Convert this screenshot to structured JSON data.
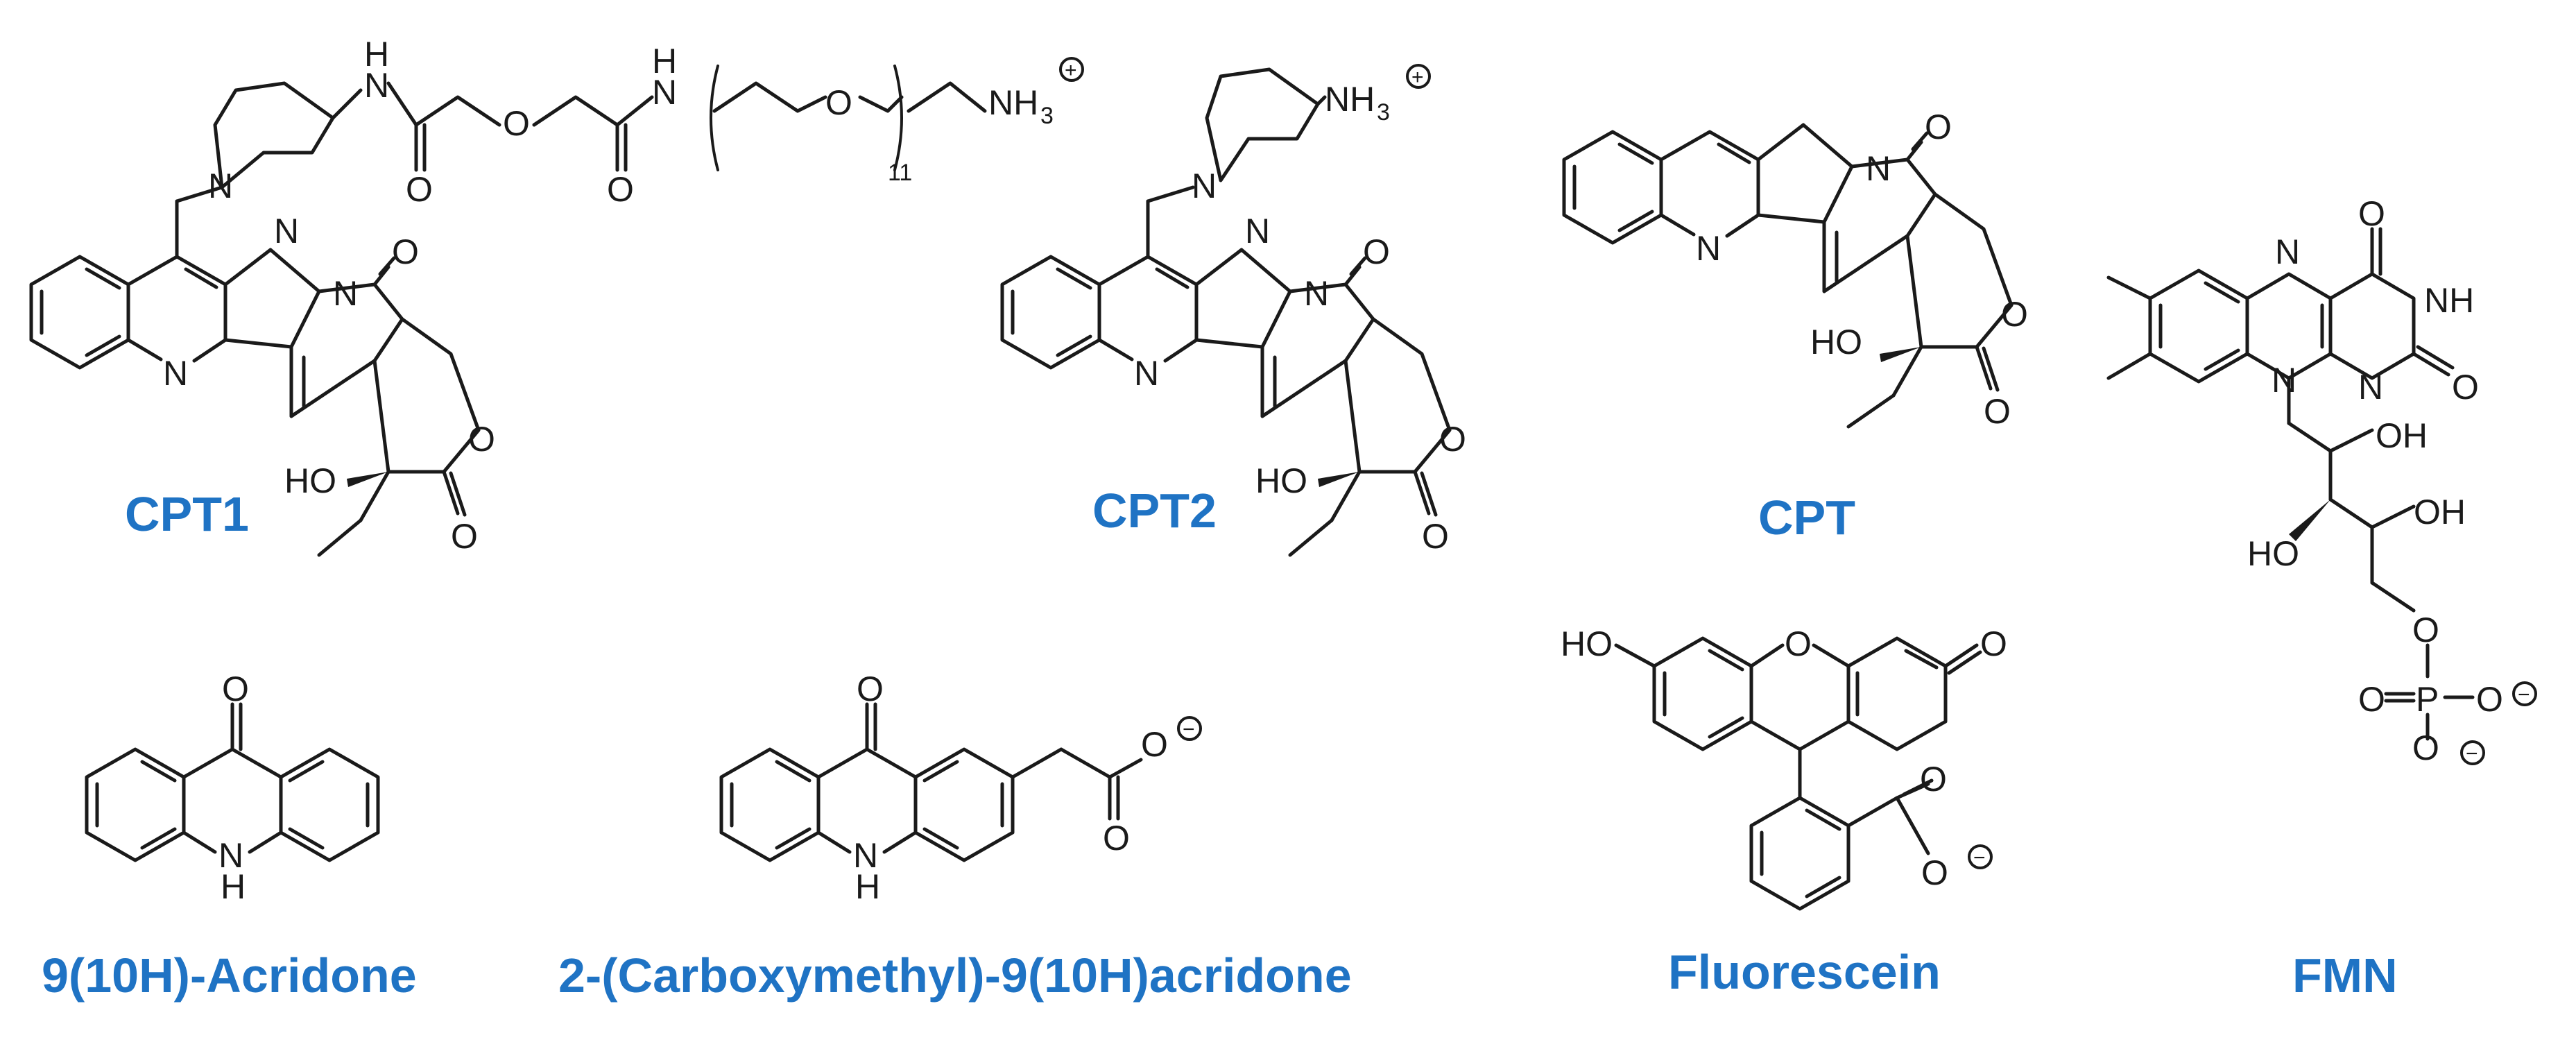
{
  "labels": {
    "cpt1": "CPT1",
    "cpt2": "CPT2",
    "cpt": "CPT",
    "fmn": "FMN",
    "acridone": "9(10H)-Acridone",
    "carboxymethyl_acridone": "2-(Carboxymethyl)-9(10H)acridone",
    "fluorescein": "Fluorescein"
  },
  "atoms": {
    "N": "N",
    "O": "O",
    "H": "H",
    "HO": "HO",
    "OH": "OH",
    "NH": "NH",
    "P": "P",
    "NH3": "NH",
    "three": "3",
    "peg_repeat": "11",
    "plus": "+",
    "minus": "−"
  },
  "colors": {
    "label": "#1f73c4",
    "bond": "#1a1a1a",
    "background": "#ffffff"
  }
}
